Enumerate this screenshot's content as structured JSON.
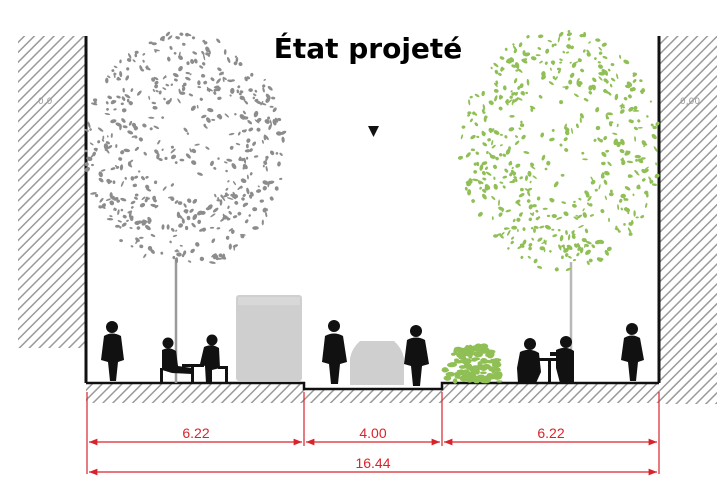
{
  "title": "État projeté",
  "wall_labels": {
    "left": "0,0",
    "right": "0,00"
  },
  "segments": [
    {
      "label": "6.22",
      "value": 6.22,
      "surface": "sidewalk"
    },
    {
      "label": "4.00",
      "value": 4.0,
      "surface": "roadway"
    },
    {
      "label": "6.22",
      "value": 6.22,
      "surface": "sidewalk"
    }
  ],
  "total": {
    "label": "16.44",
    "value": 16.44
  },
  "colors": {
    "dimension": "#d9232b",
    "tree_left": "#8c8c8c",
    "tree_right": "#8fbf55",
    "silhouette": "#111111",
    "vehicle": "#cfcfcf",
    "shrub": "#8fbf55",
    "hatch": "#9a9a9a"
  },
  "icons": {
    "marker": "triangle-down-icon",
    "tree": "tree-foliage-icon",
    "pedestrian": "person-standing-icon",
    "cafe": "cafe-table-icon",
    "truck": "truck-icon",
    "car": "car-icon",
    "shrub": "shrub-icon"
  }
}
